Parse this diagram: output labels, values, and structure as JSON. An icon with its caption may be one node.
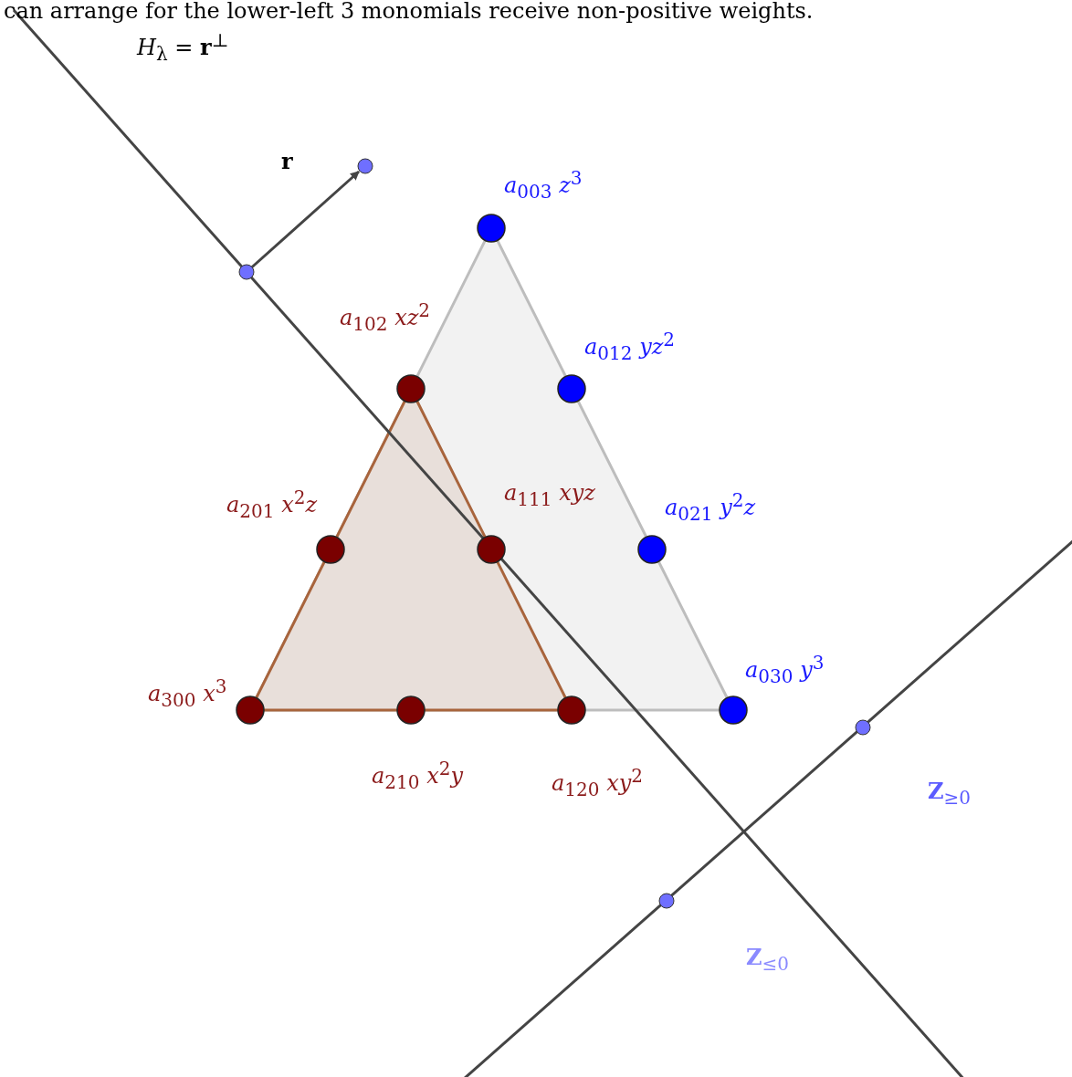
{
  "diagram": {
    "labels": [
      "can arrange for the lower-left 3 monomials receive non-positive weights.",
      "*H*$_{λ}$ = **r**$^{⊥}$",
      "**r**",
      "*a*$_{003}$ *z*$^{3}$",
      "*a*$_{102}$ *xz*$^{2}$",
      "*a*$_{012}$ *yz*$^{2}$",
      "*a*$_{201}$ *x*$^{2}$*z*",
      "*a*$_{111}$ *xyz*",
      "*a*$_{021}$ *y*$^{2}$*z*",
      "*a*$_{300}$ *x*$^{3}$",
      "*a*$_{030}$ *y*$^{3}$",
      "*a*$_{210}$ *x*$^{2}$*y*",
      "*a*$_{120}$ *xy*$^{2}$",
      "**Z**$_{≥0}$",
      "**Z**$_{≤0}$"
    ]
  }
}
